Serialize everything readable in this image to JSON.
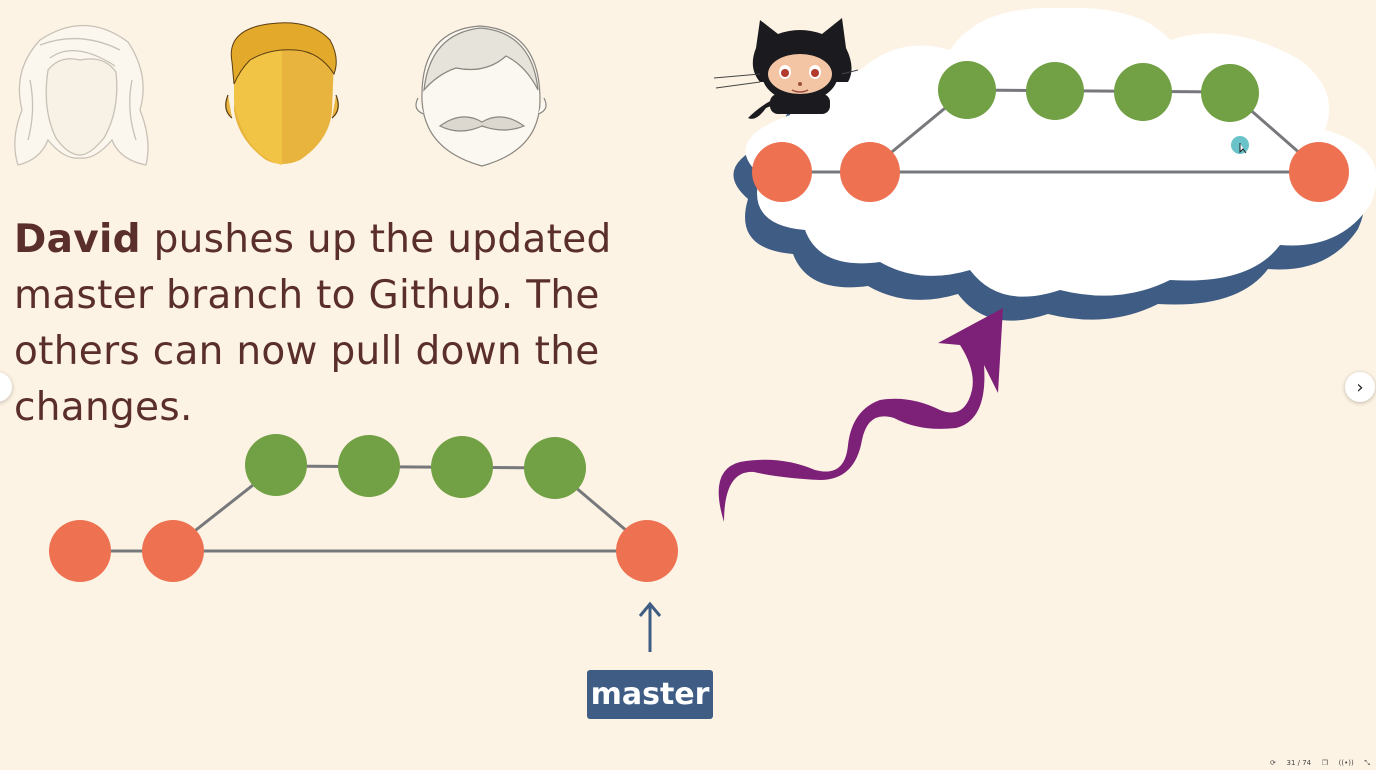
{
  "slide": {
    "caption_name": "David",
    "caption_rest": " pushes up the updated master branch to Github.  The others can now pull down the changes.",
    "branch_label": "master"
  },
  "colors": {
    "background": "#fdf3e4",
    "commit_orange": "#ee7152",
    "commit_green": "#72a044",
    "line_gray": "#77787b",
    "arrow_purple": "#7d2178",
    "label_blue": "#3f5d84",
    "cloud_shadow": "#3f5d84"
  },
  "icons": {
    "people": [
      "woman-face-icon",
      "man-face-icon",
      "old-man-face-icon"
    ],
    "github": "octocat-icon",
    "cursor": "pointer-cursor-icon"
  },
  "controls": {
    "next": "›",
    "prev": "‹",
    "page_counter": "31 / 74",
    "rotate": "⟳",
    "window": "❐",
    "broadcast": "((•))",
    "collapse": "⤡"
  }
}
